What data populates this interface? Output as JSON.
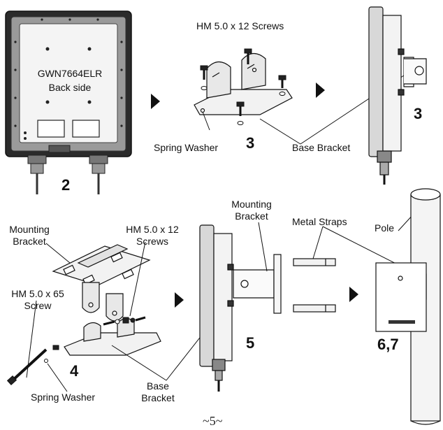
{
  "device": {
    "model": "GWN7664ELR",
    "side": "Back side"
  },
  "labels": {
    "hm_12_screws_top": "HM 5.0 x 12 Screws",
    "spring_washer_top": "Spring Washer",
    "base_bracket_top": "Base Bracket",
    "mounting_bracket_left": [
      "Mounting",
      "Bracket"
    ],
    "hm_12_screws_bottom": [
      "HM 5.0 x 12",
      "Screws"
    ],
    "hm_65_screw": [
      "HM 5.0 x 65",
      "Screw"
    ],
    "spring_washer_bottom": "Spring Washer",
    "base_bracket_bottom": [
      "Base",
      "Bracket"
    ],
    "mounting_bracket_center": [
      "Mounting",
      "Bracket"
    ],
    "metal_straps": "Metal Straps",
    "pole": "Pole"
  },
  "steps": {
    "s2": "2",
    "s3_left": "3",
    "s3_right": "3",
    "s4": "4",
    "s5": "5",
    "s67": "6,7"
  },
  "page_number": "~5~"
}
